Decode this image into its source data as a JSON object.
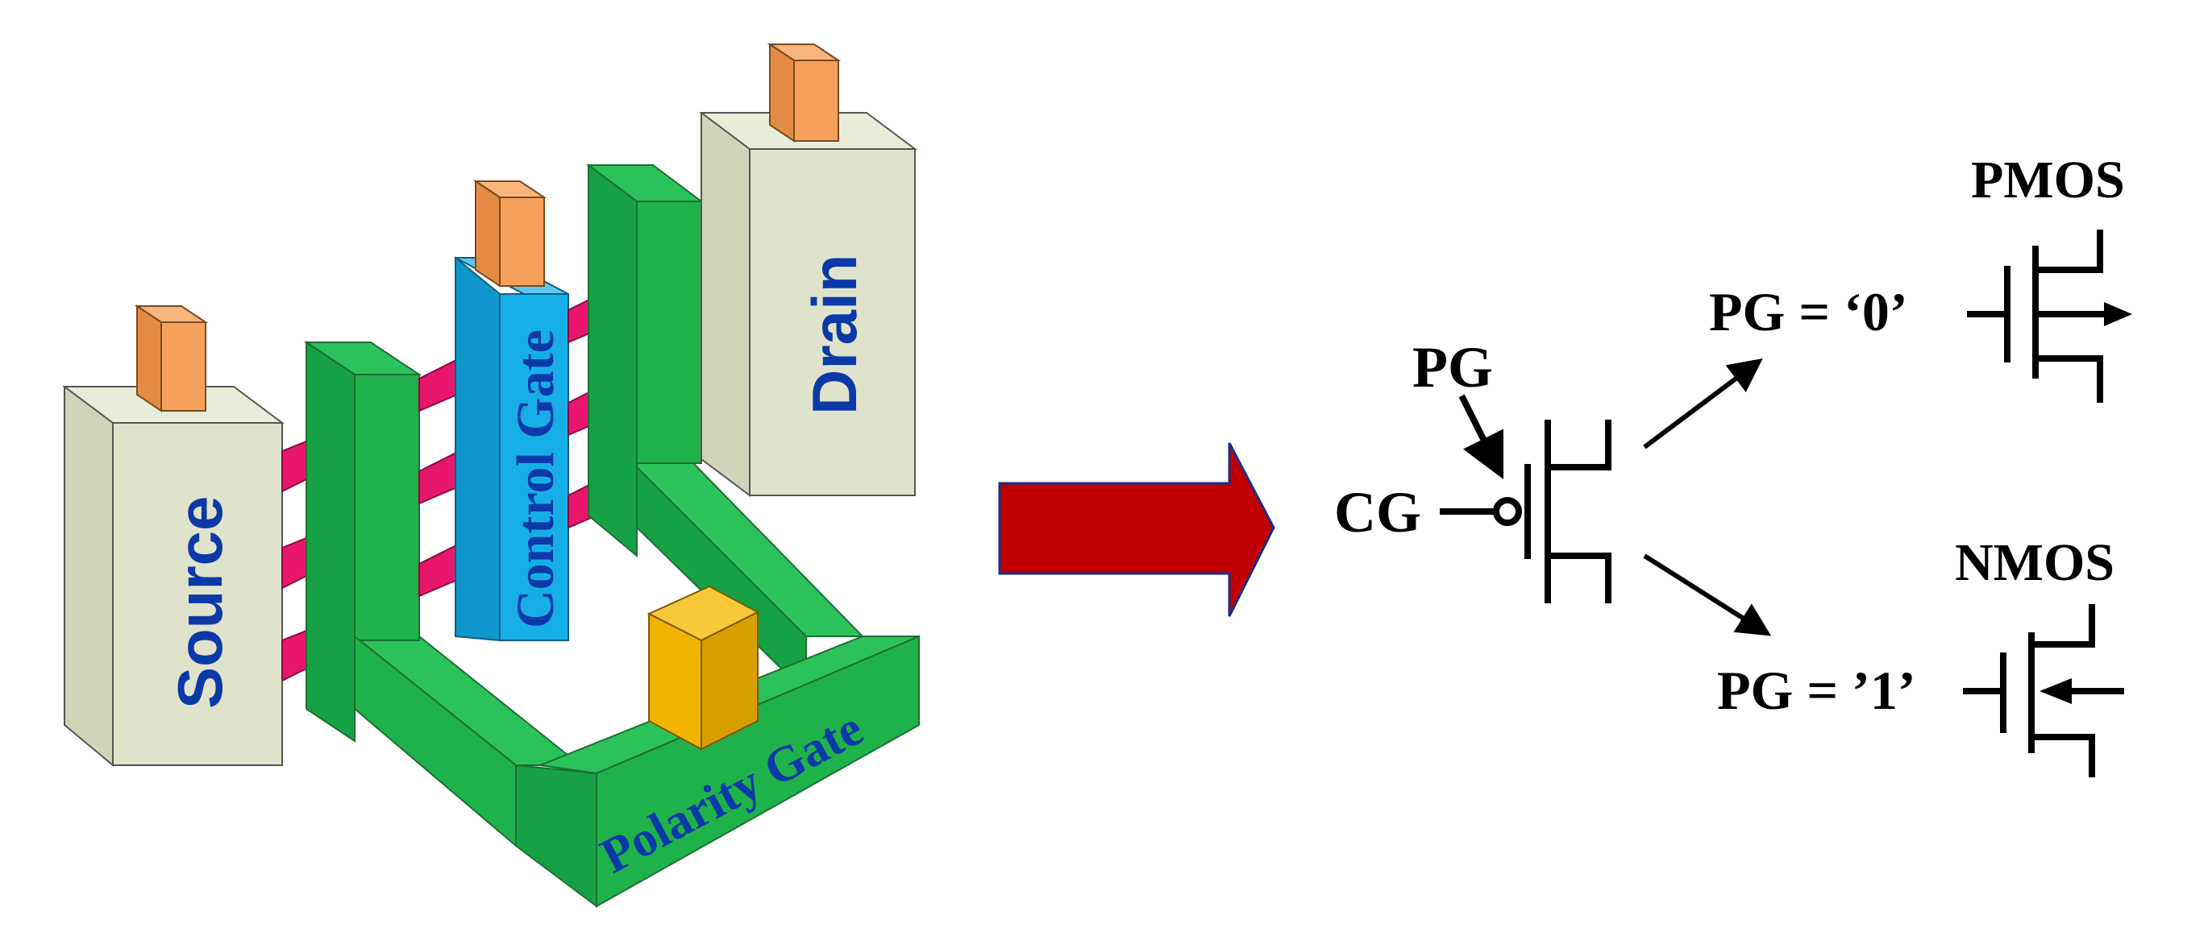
{
  "device": {
    "source_label": "Source",
    "drain_label": "Drain",
    "control_gate_label": "Control Gate",
    "polarity_gate_label": "Polarity Gate"
  },
  "symbol": {
    "pg_label": "PG",
    "cg_label": "CG",
    "pmos_condition": "PG = ‘0’",
    "nmos_condition": "PG = ’1’",
    "pmos_label": "PMOS",
    "nmos_label": "NMOS"
  },
  "colors": {
    "source_drain_block": "#dfe3cb",
    "gate_green": "#1fb24a",
    "control_gate_blue": "#17aee8",
    "nanowire_pink": "#e8176d",
    "contact_orange": "#f5a05c",
    "pg_contact_yellow": "#f1b400",
    "arrow_red": "#c00000",
    "label_blue": "#0b3aa8"
  }
}
